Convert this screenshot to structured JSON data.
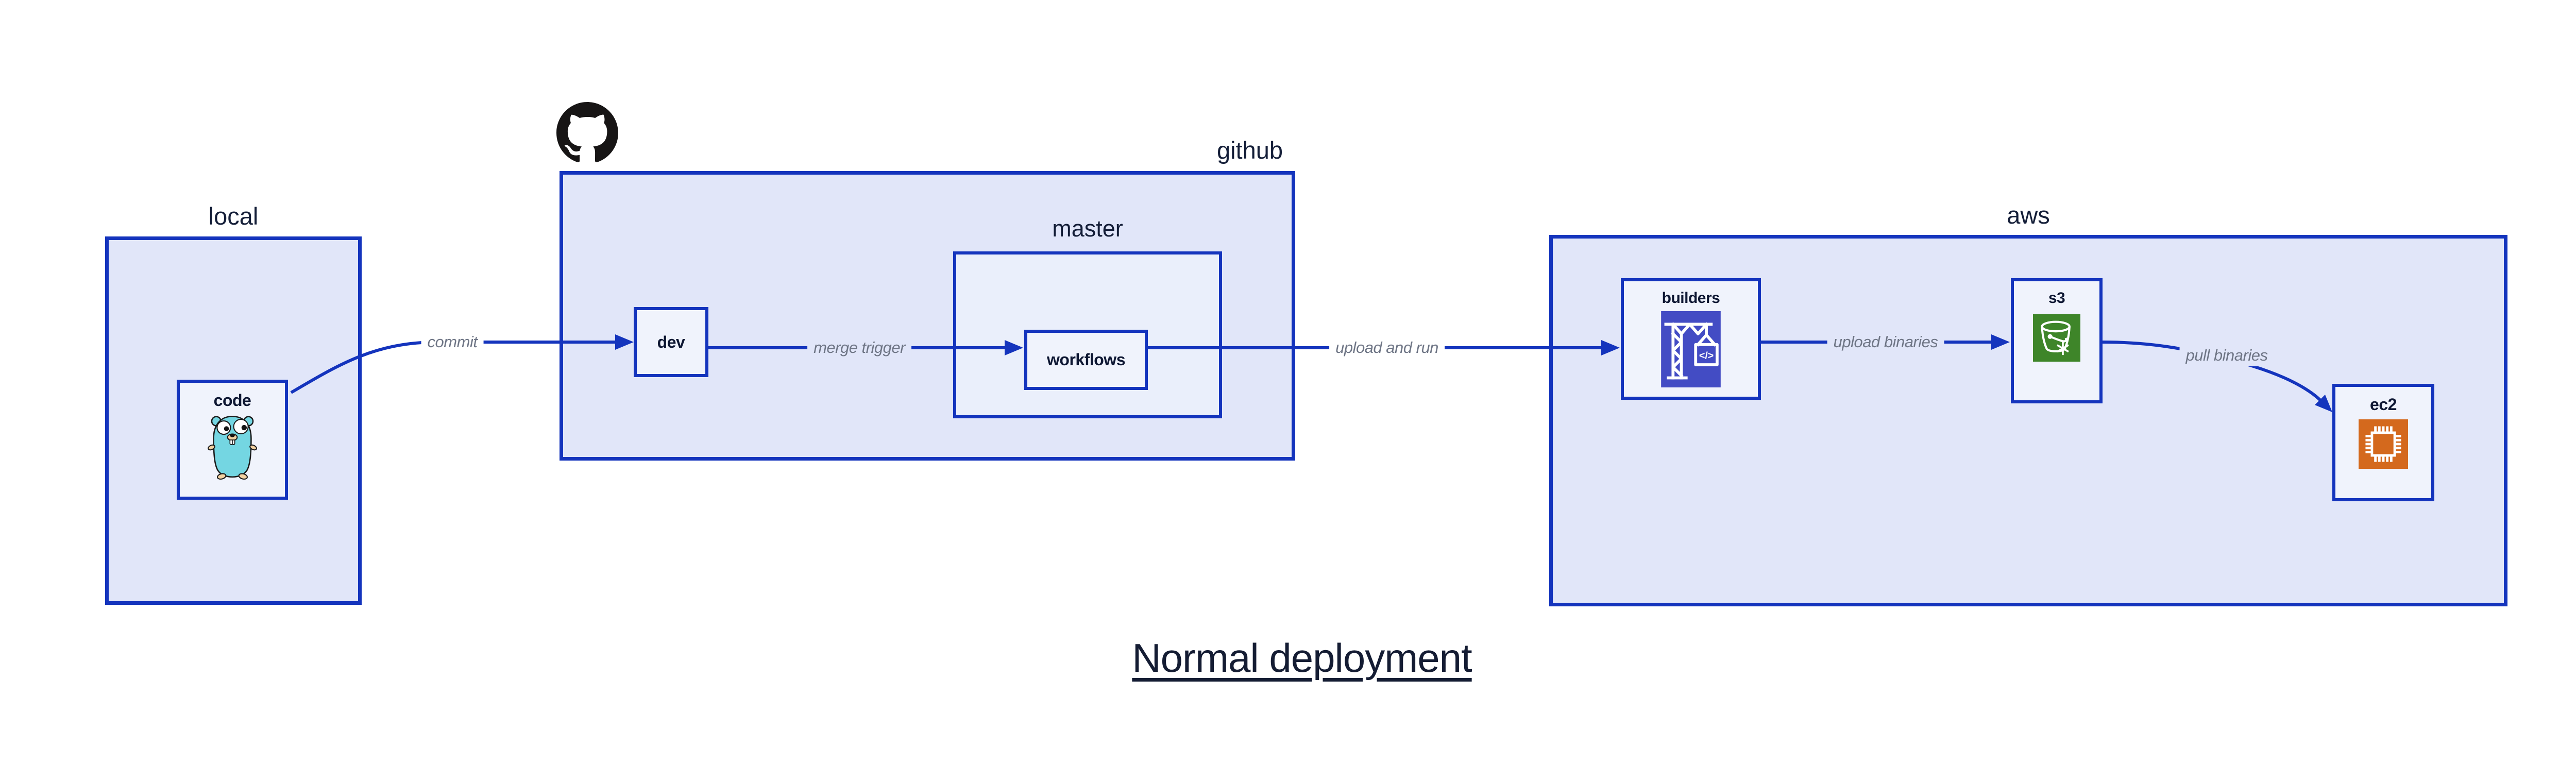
{
  "title": "Normal deployment",
  "colors": {
    "box_border": "#1434bd",
    "arrow": "#1434bd",
    "container_fill": "#e1e6f9",
    "subcontainer_fill": "#eaeffb",
    "node_fill": "#f0f3fc",
    "edge_label_text": "#6e7585",
    "label_text": "#141e38",
    "github_logo": "#171515",
    "gopher_body": "#74d6e2",
    "codebuild_icon_bg": "#434cc4",
    "s3_icon_bg": "#3e8529",
    "ec2_icon_bg": "#d4691d"
  },
  "containers": [
    {
      "id": "local",
      "label": "local"
    },
    {
      "id": "github",
      "label": "github"
    },
    {
      "id": "master",
      "label": "master"
    },
    {
      "id": "aws",
      "label": "aws"
    }
  ],
  "nodes": [
    {
      "id": "code",
      "label": "code",
      "icon": "go-gopher"
    },
    {
      "id": "dev",
      "label": "dev",
      "icon": null
    },
    {
      "id": "workflows",
      "label": "workflows",
      "icon": null
    },
    {
      "id": "builders",
      "label": "builders",
      "icon": "aws-codebuild-crane"
    },
    {
      "id": "s3",
      "label": "s3",
      "icon": "aws-s3-bucket"
    },
    {
      "id": "ec2",
      "label": "ec2",
      "icon": "aws-ec2-chip"
    }
  ],
  "edges": [
    {
      "from": "code",
      "to": "dev",
      "label": "commit"
    },
    {
      "from": "dev",
      "to": "workflows",
      "label": "merge trigger"
    },
    {
      "from": "workflows",
      "to": "builders",
      "label": "upload and run"
    },
    {
      "from": "builders",
      "to": "s3",
      "label": "upload binaries"
    },
    {
      "from": "s3",
      "to": "ec2",
      "label": "pull binaries"
    }
  ]
}
